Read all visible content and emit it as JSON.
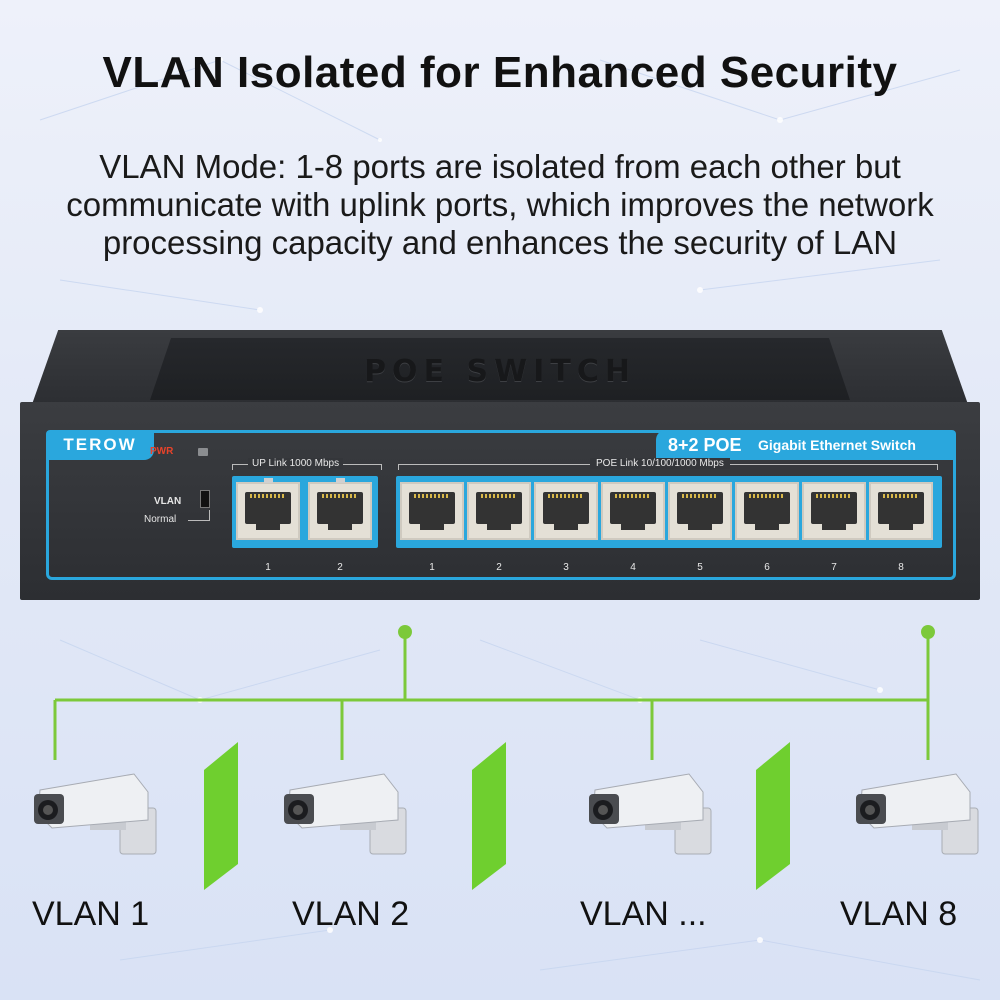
{
  "title": "VLAN Isolated for Enhanced Security",
  "description": "VLAN Mode: 1-8 ports are isolated from each other but communicate with uplink ports, which improves the network processing capacity and enhances the security of LAN",
  "switch": {
    "top_label": "POE SWITCH",
    "brand": "TEROW",
    "model_tag": "8+2 POE",
    "model_desc": "Gigabit Ethernet Switch",
    "pwr_label": "PWR",
    "vlan_label": "VLAN",
    "normal_label": "Normal",
    "uplink_label": "UP Link 1000 Mbps",
    "poe_label": "POE Link 10/100/1000 Mbps",
    "uplink_ports": [
      "1",
      "2"
    ],
    "poe_ports": [
      "1",
      "2",
      "3",
      "4",
      "5",
      "6",
      "7",
      "8"
    ]
  },
  "vlans": [
    "VLAN 1",
    "VLAN 2",
    "VLAN ...",
    "VLAN 8"
  ],
  "colors": {
    "accent_blue": "#2aa7dd",
    "network_green": "#7cc93a",
    "divider_green": "#6fcf2f",
    "device_body": "#2f3135"
  }
}
